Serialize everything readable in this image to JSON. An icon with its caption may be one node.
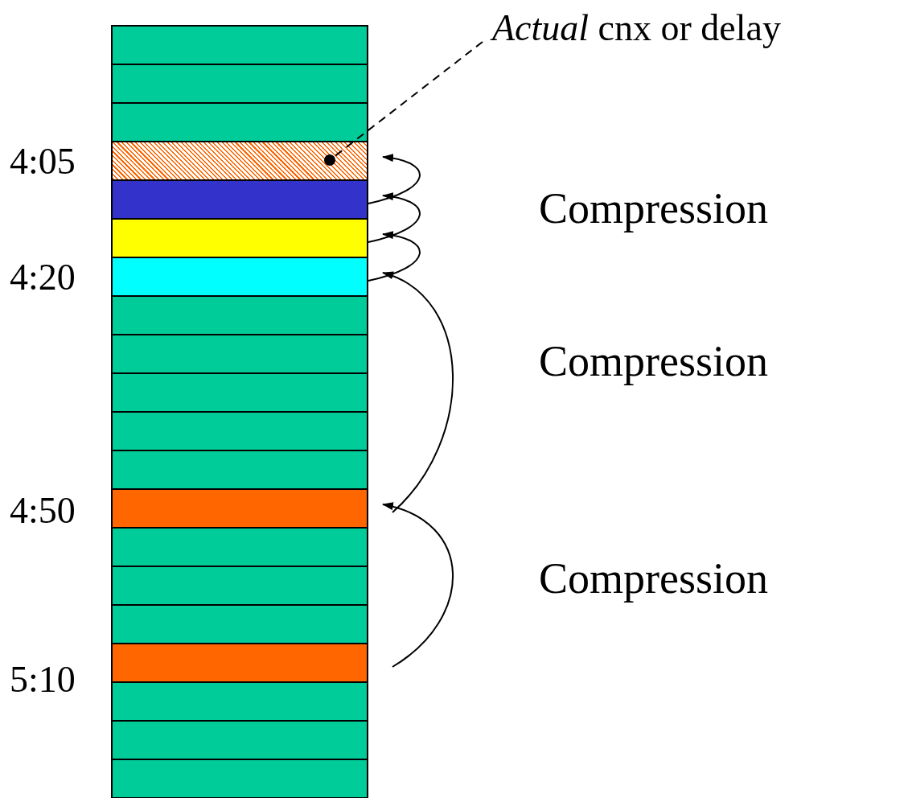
{
  "diagram": {
    "nodes": [
      {
        "text": [
          "*Actual* cnx or delay"
        ]
      },
      {
        "text": [],
        "shape": "bar"
      },
      {
        "text": [],
        "shape": "bar"
      },
      {
        "text": [],
        "shape": "bar"
      },
      {
        "text": [],
        "shape": "bar"
      },
      {
        "text": [],
        "shape": "bar"
      },
      {
        "text": [],
        "shape": "bar"
      },
      {
        "text": [],
        "shape": "bar"
      },
      {
        "text": [],
        "shape": "bar"
      },
      {
        "text": [],
        "shape": "bar"
      },
      {
        "text": [],
        "shape": "bar"
      },
      {
        "text": [],
        "shape": "bar"
      },
      {
        "text": [],
        "shape": "bar"
      },
      {
        "text": [],
        "shape": "bar"
      },
      {
        "text": [],
        "shape": "bar"
      },
      {
        "text": [],
        "shape": "bar"
      },
      {
        "text": [],
        "shape": "bar"
      },
      {
        "text": [],
        "shape": "bar"
      },
      {
        "text": [],
        "shape": "bar"
      },
      {
        "text": [],
        "shape": "bar"
      },
      {
        "text": [],
        "shape": "bar"
      }
    ],
    "edges": [
      {
        "from": 0,
        "to": 4,
        "arrow": "other",
        "style": "dashed"
      },
      {
        "from": 5,
        "to": 4,
        "arrow": "to"
      },
      {
        "from": 6,
        "to": 5,
        "arrow": "to"
      },
      {
        "from": 7,
        "to": 6,
        "arrow": "to"
      },
      {
        "from": 13,
        "to": 7,
        "arrow": "to"
      },
      {
        "from": 17,
        "to": 13,
        "arrow": "to"
      }
    ],
    "labels": [
      "4:05",
      "Compression",
      "4:20",
      "Compression",
      "4:50",
      "Compression",
      "5:10"
    ]
  }
}
